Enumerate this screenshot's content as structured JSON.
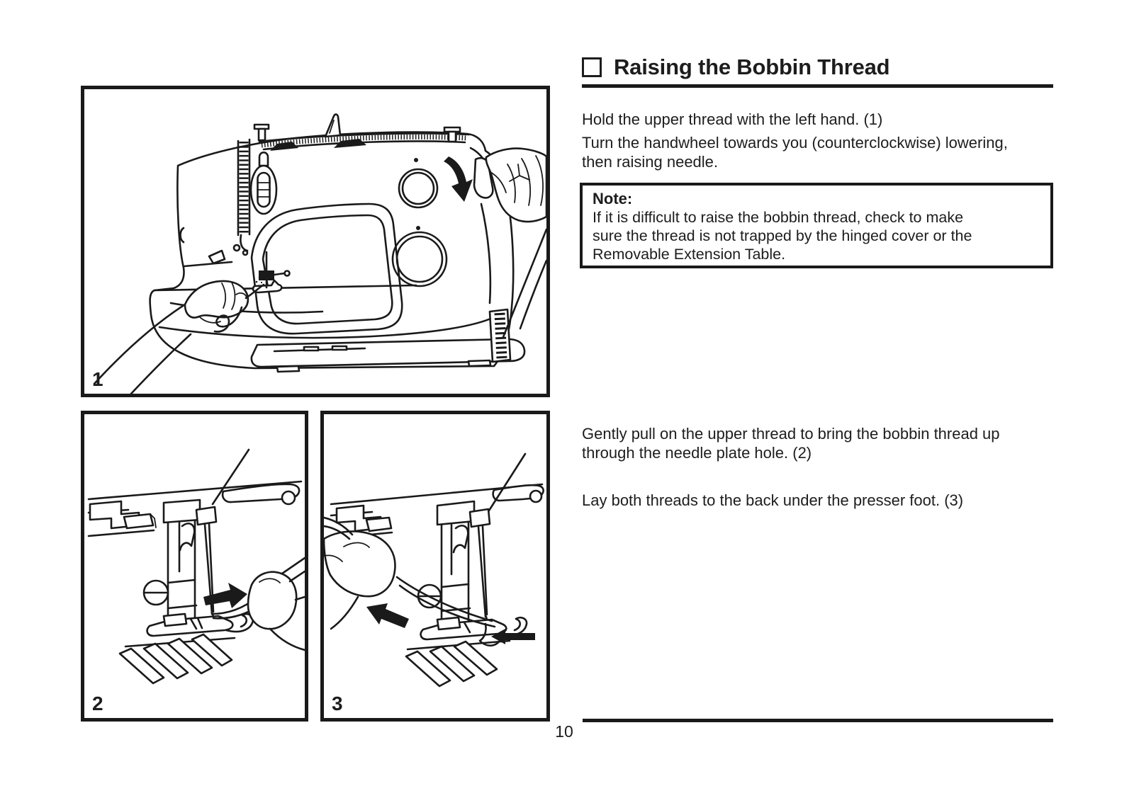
{
  "page": {
    "number": "10",
    "background_color": "#ffffff",
    "ink_color": "#1a1a1a"
  },
  "section": {
    "checkbox_icon": "open-square",
    "title": "Raising the Bobbin Thread"
  },
  "instructions": {
    "step1a": "Hold the upper thread with the left hand. (1)",
    "step1b": "Turn the handwheel towards you (counterclockwise) lowering,\nthen raising needle.",
    "step2": "Gently pull on the upper thread to bring the bobbin thread up\nthrough the needle plate hole. (2)",
    "step3": "Lay both threads to the back under the presser foot. (3)"
  },
  "note": {
    "label": "Note:",
    "text": "If it is difficult to raise the bobbin thread, check to make\nsure the thread is not trapped by the hinged cover or the\nRemovable Extension Table."
  },
  "figures": [
    {
      "label": "1"
    },
    {
      "label": "2"
    },
    {
      "label": "3"
    }
  ]
}
